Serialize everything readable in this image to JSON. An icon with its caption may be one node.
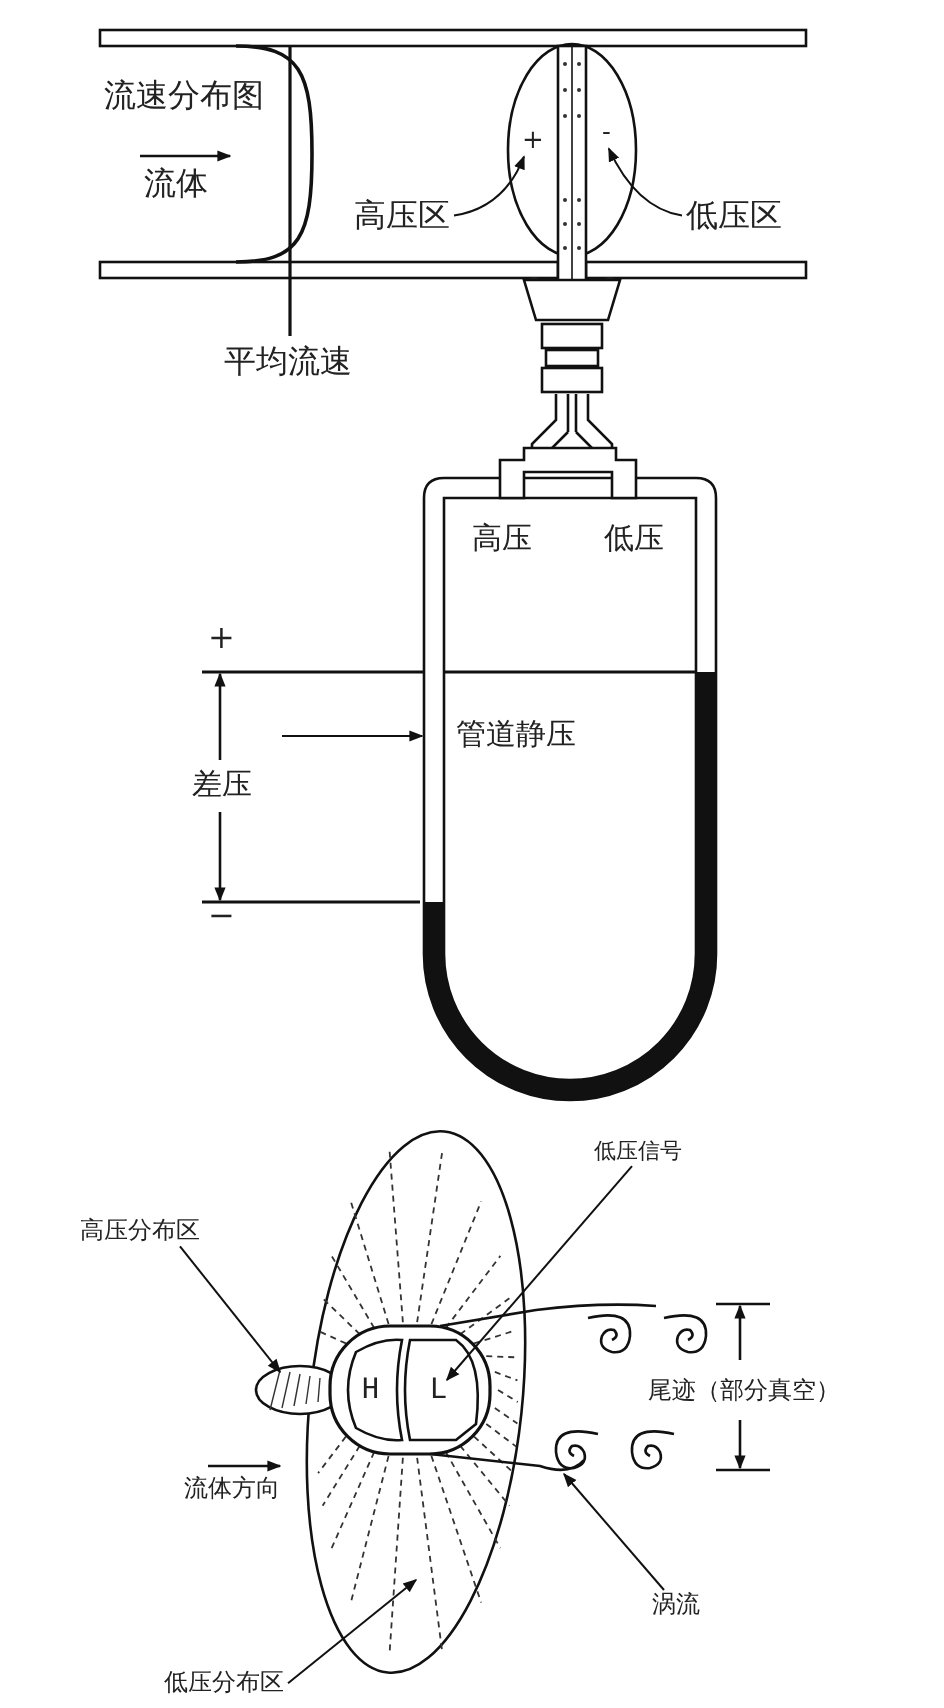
{
  "diagram": {
    "nodes": [
      {
        "text": [
          "+"
        ]
      },
      {
        "text": [
          "-"
        ]
      },
      {
        "text": [
          "高压区"
        ]
      },
      {
        "text": [
          "低压区"
        ]
      },
      {
        "text": [
          "低压信号"
        ]
      },
      {
        "text": [
          "高压分布区"
        ]
      },
      {
        "text": [
          "L"
        ]
      },
      {
        "text": [
          "涡流"
        ]
      },
      {
        "text": [
          "低压分布区"
        ]
      }
    ],
    "edges": [
      {
        "from": 2,
        "to": 0,
        "arrow": "to"
      },
      {
        "from": 3,
        "to": 1,
        "arrow": "to"
      },
      {
        "from": 4,
        "to": 6,
        "arrow": "to"
      },
      {
        "from": 5,
        "to": null,
        "arrow": "to"
      },
      {
        "from": 7,
        "to": null,
        "arrow": "to"
      },
      {
        "from": 8,
        "to": null,
        "arrow": "to"
      }
    ],
    "labels": [
      "流速分布图",
      "流体",
      "平均流速",
      "高压",
      "低压",
      "+",
      "管道静压",
      "差压",
      "−",
      "H",
      "尾迹（部分真空）",
      "流体方向"
    ]
  }
}
